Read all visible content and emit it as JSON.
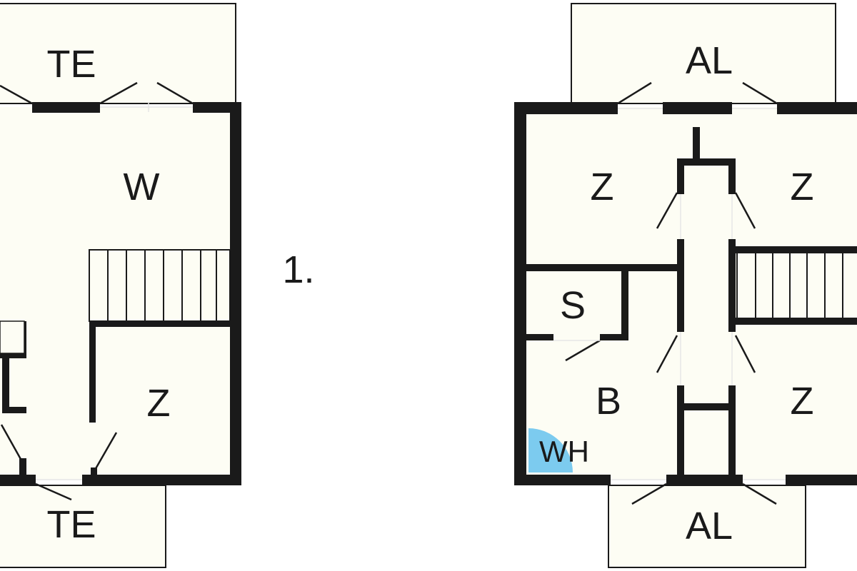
{
  "floor_label": "1.",
  "colors": {
    "wall": "#1a1a1a",
    "room": "#fdfdf4",
    "water_heater": "#7ccbef"
  },
  "left_unit": {
    "terrace_top": "TE",
    "living": "W",
    "bedroom": "Z",
    "terrace_bottom": "TE"
  },
  "right_unit": {
    "balcony_top": "AL",
    "bedroom_tl": "Z",
    "bedroom_tr": "Z",
    "storage": "S",
    "bathroom": "B",
    "water_heater": "WH",
    "bedroom_br": "Z",
    "balcony_bottom": "AL"
  }
}
